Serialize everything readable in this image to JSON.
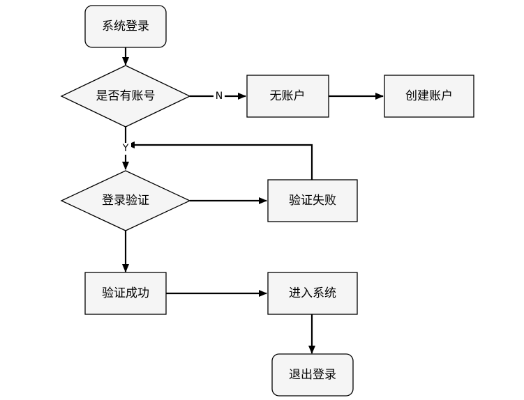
{
  "nodes": {
    "start": "系统登录",
    "has_account": "是否有账号",
    "no_account": "无账户",
    "create_account": "创建账户",
    "login_verify": "登录验证",
    "verify_fail": "验证失败",
    "verify_success": "验证成功",
    "enter_system": "进入系统",
    "logout": "退出登录"
  },
  "edge_labels": {
    "no": "N",
    "yes": "Y"
  }
}
